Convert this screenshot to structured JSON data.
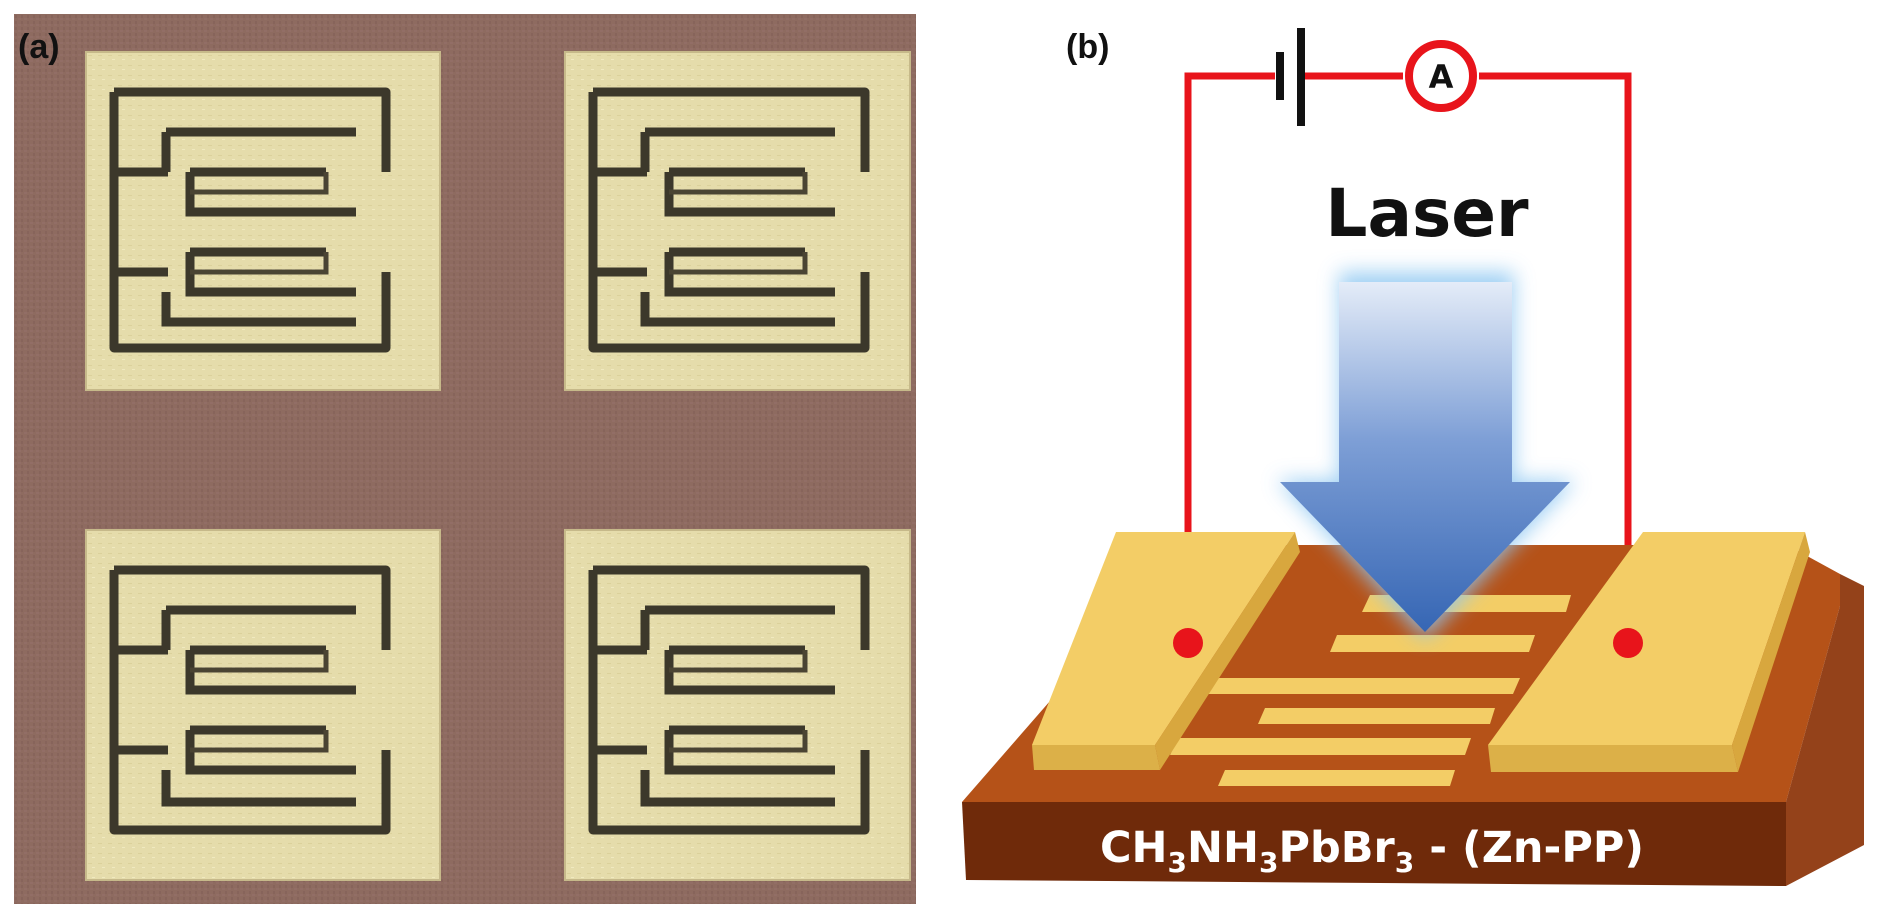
{
  "panels": {
    "a": {
      "label": "(a)"
    },
    "b": {
      "label": "(b)"
    }
  },
  "diagram": {
    "laser_label": "Laser",
    "ammeter_symbol": "A",
    "substrate_label": {
      "part1": "CH",
      "sub1": "3",
      "part2": "NH",
      "sub2": "3",
      "part3": "PbBr",
      "sub3": "3",
      "part4": " - (Zn-PP)"
    }
  },
  "colors": {
    "wire": "#e8141b",
    "gold_electrode": "#f3cd66",
    "substrate_top": "#b55218",
    "substrate_front": "#7a2e0c",
    "laser_arrow": "#3f73be",
    "micrograph_background": "#8e6b60",
    "micrograph_gold": "#e6dcaa"
  }
}
